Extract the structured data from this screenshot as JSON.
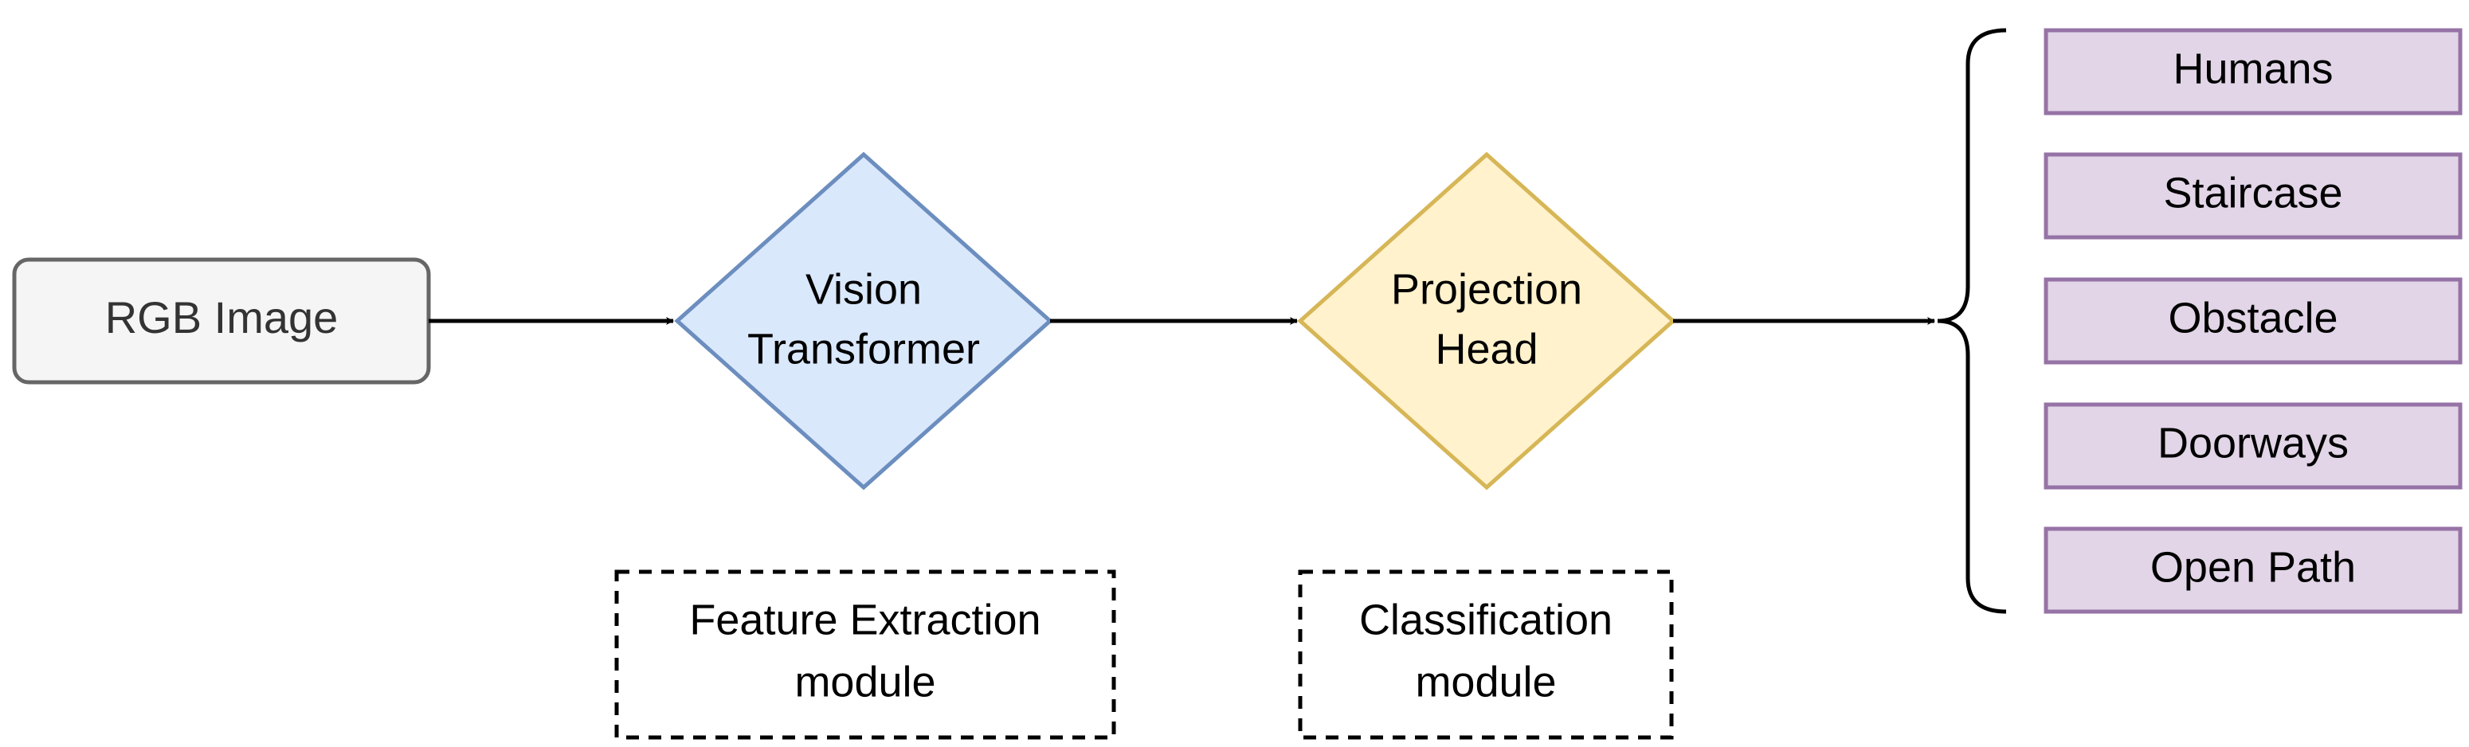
{
  "input": {
    "label": "RGB Image"
  },
  "vision_transformer": {
    "lines": [
      "Vision",
      "Transformer"
    ]
  },
  "projection_head": {
    "lines": [
      "Projection",
      "Head"
    ]
  },
  "modules": {
    "feature_extraction": {
      "lines": [
        "Feature Extraction",
        "module"
      ]
    },
    "classification": {
      "lines": [
        "Classification",
        "module"
      ]
    }
  },
  "classes": [
    "Humans",
    "Staircase",
    "Obstacle",
    "Doorways",
    "Open Path"
  ],
  "colors": {
    "input_fill": "#f5f5f5",
    "input_stroke": "#666666",
    "vit_fill": "#dae8fc",
    "vit_stroke": "#6c8ebf",
    "proj_fill": "#fff2cc",
    "proj_stroke": "#d6b656",
    "class_fill": "#e1d5e7",
    "class_stroke": "#9673a6",
    "line": "#000000"
  }
}
